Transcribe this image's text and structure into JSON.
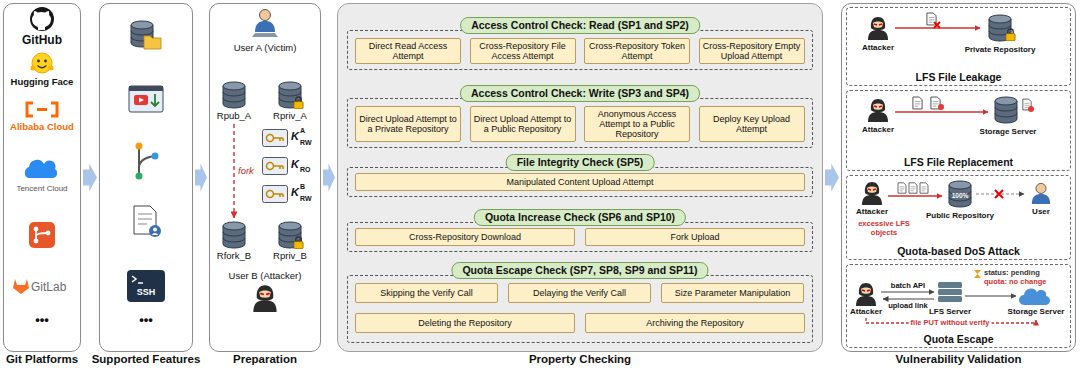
{
  "diagram": {
    "nodes": [
      {
        "text": [
          "Git Platforms"
        ]
      },
      {
        "text": [
          "Supported Features"
        ]
      },
      {
        "text": [
          "Preparation"
        ]
      },
      {
        "text": [
          "Rpub_A"
        ],
        "in": 2
      },
      {
        "text": [
          "Rpriv_A"
        ],
        "in": 2
      },
      {
        "text": [
          "Rfork_B"
        ],
        "in": 2
      },
      {
        "text": [
          "Rpriv_B"
        ],
        "in": 2
      },
      {
        "text": [
          "Property Checking"
        ]
      },
      {
        "text": [
          "Access Control Check: Read (SP1 and SP2)"
        ],
        "in": 7
      },
      {
        "text": [
          "Direct Read Access Attempt"
        ],
        "in": 8
      },
      {
        "text": [
          "Cross-Repository File Access Attempt"
        ],
        "in": 8
      },
      {
        "text": [
          "Cross-Repository Token Attempt"
        ],
        "in": 8
      },
      {
        "text": [
          "Cross-Repository Empty Upload Attempt"
        ],
        "in": 8
      },
      {
        "text": [
          "Access Control Check: Write (SP3 and SP4)"
        ],
        "in": 7
      },
      {
        "text": [
          "Direct Upload Attempt to a Private Repository"
        ],
        "in": 13
      },
      {
        "text": [
          "Direct Upload Attempt to a Public Repository"
        ],
        "in": 13
      },
      {
        "text": [
          "Anonymous Access Attempt to a Public Repository"
        ],
        "in": 13
      },
      {
        "text": [
          "Deploy Key Upload Attempt"
        ],
        "in": 13
      },
      {
        "text": [
          "File Integrity Check (SP5)"
        ],
        "in": 7
      },
      {
        "text": [
          "Manipulated Content Upload Attempt"
        ],
        "in": 18
      },
      {
        "text": [
          "Quota Increase Check (SP6 and SP10)"
        ],
        "in": 7
      },
      {
        "text": [
          "Cross-Repository Download"
        ],
        "in": 20
      },
      {
        "text": [
          "Fork Upload"
        ],
        "in": 20
      },
      {
        "text": [
          "Quota Escape Check (SP7, SP8, SP9 and SP11)"
        ],
        "in": 7
      },
      {
        "text": [
          "Skipping the Verify Call"
        ],
        "in": 23
      },
      {
        "text": [
          "Delaying the Verify Call"
        ],
        "in": 23
      },
      {
        "text": [
          "Size Parameter Manipulation"
        ],
        "in": 23
      },
      {
        "text": [
          "Deleting the Repository"
        ],
        "in": 23
      },
      {
        "text": [
          "Archiving the Repository"
        ],
        "in": 23
      },
      {
        "text": [
          "Vulnerability Validation"
        ]
      },
      {
        "text": [
          "LFS File Leakage"
        ],
        "in": 29
      },
      {
        "text": [
          "LFS File Replacement"
        ],
        "in": 29
      },
      {
        "text": [
          "Quota-based DoS Attack"
        ],
        "in": 29
      },
      {
        "text": [
          "Quota Escape"
        ],
        "in": 29
      }
    ],
    "edges": [
      {
        "from": 0,
        "to": 1,
        "arrow": "to"
      },
      {
        "from": 1,
        "to": 2,
        "arrow": "to"
      },
      {
        "from": 2,
        "to": 7,
        "arrow": "to"
      },
      {
        "from": 7,
        "to": 29,
        "arrow": "to"
      },
      {
        "from": 3,
        "to": 5,
        "label": "fork",
        "arrow": "to"
      }
    ],
    "labels": [
      "GitHub",
      "Hugging Face",
      "Alibaba Cloud",
      "Tencent Cloud",
      "GitLab",
      "•••",
      "SSH",
      "•••",
      "User A (Victim)",
      "K",
      "A",
      "RW",
      "K",
      "RO",
      "K",
      "B",
      "RW",
      "User B (Attacker)",
      "Attacker",
      "Private Repository",
      "Attacker",
      "Storage Server",
      "Attacker",
      "excessive LFS objects",
      "100%",
      "Public Repository",
      "User",
      "status: pending",
      "quota: no change",
      "batch API",
      "upload link",
      "Attacker",
      "LFS Server",
      "Storage Server",
      "file PUT without verify"
    ]
  }
}
